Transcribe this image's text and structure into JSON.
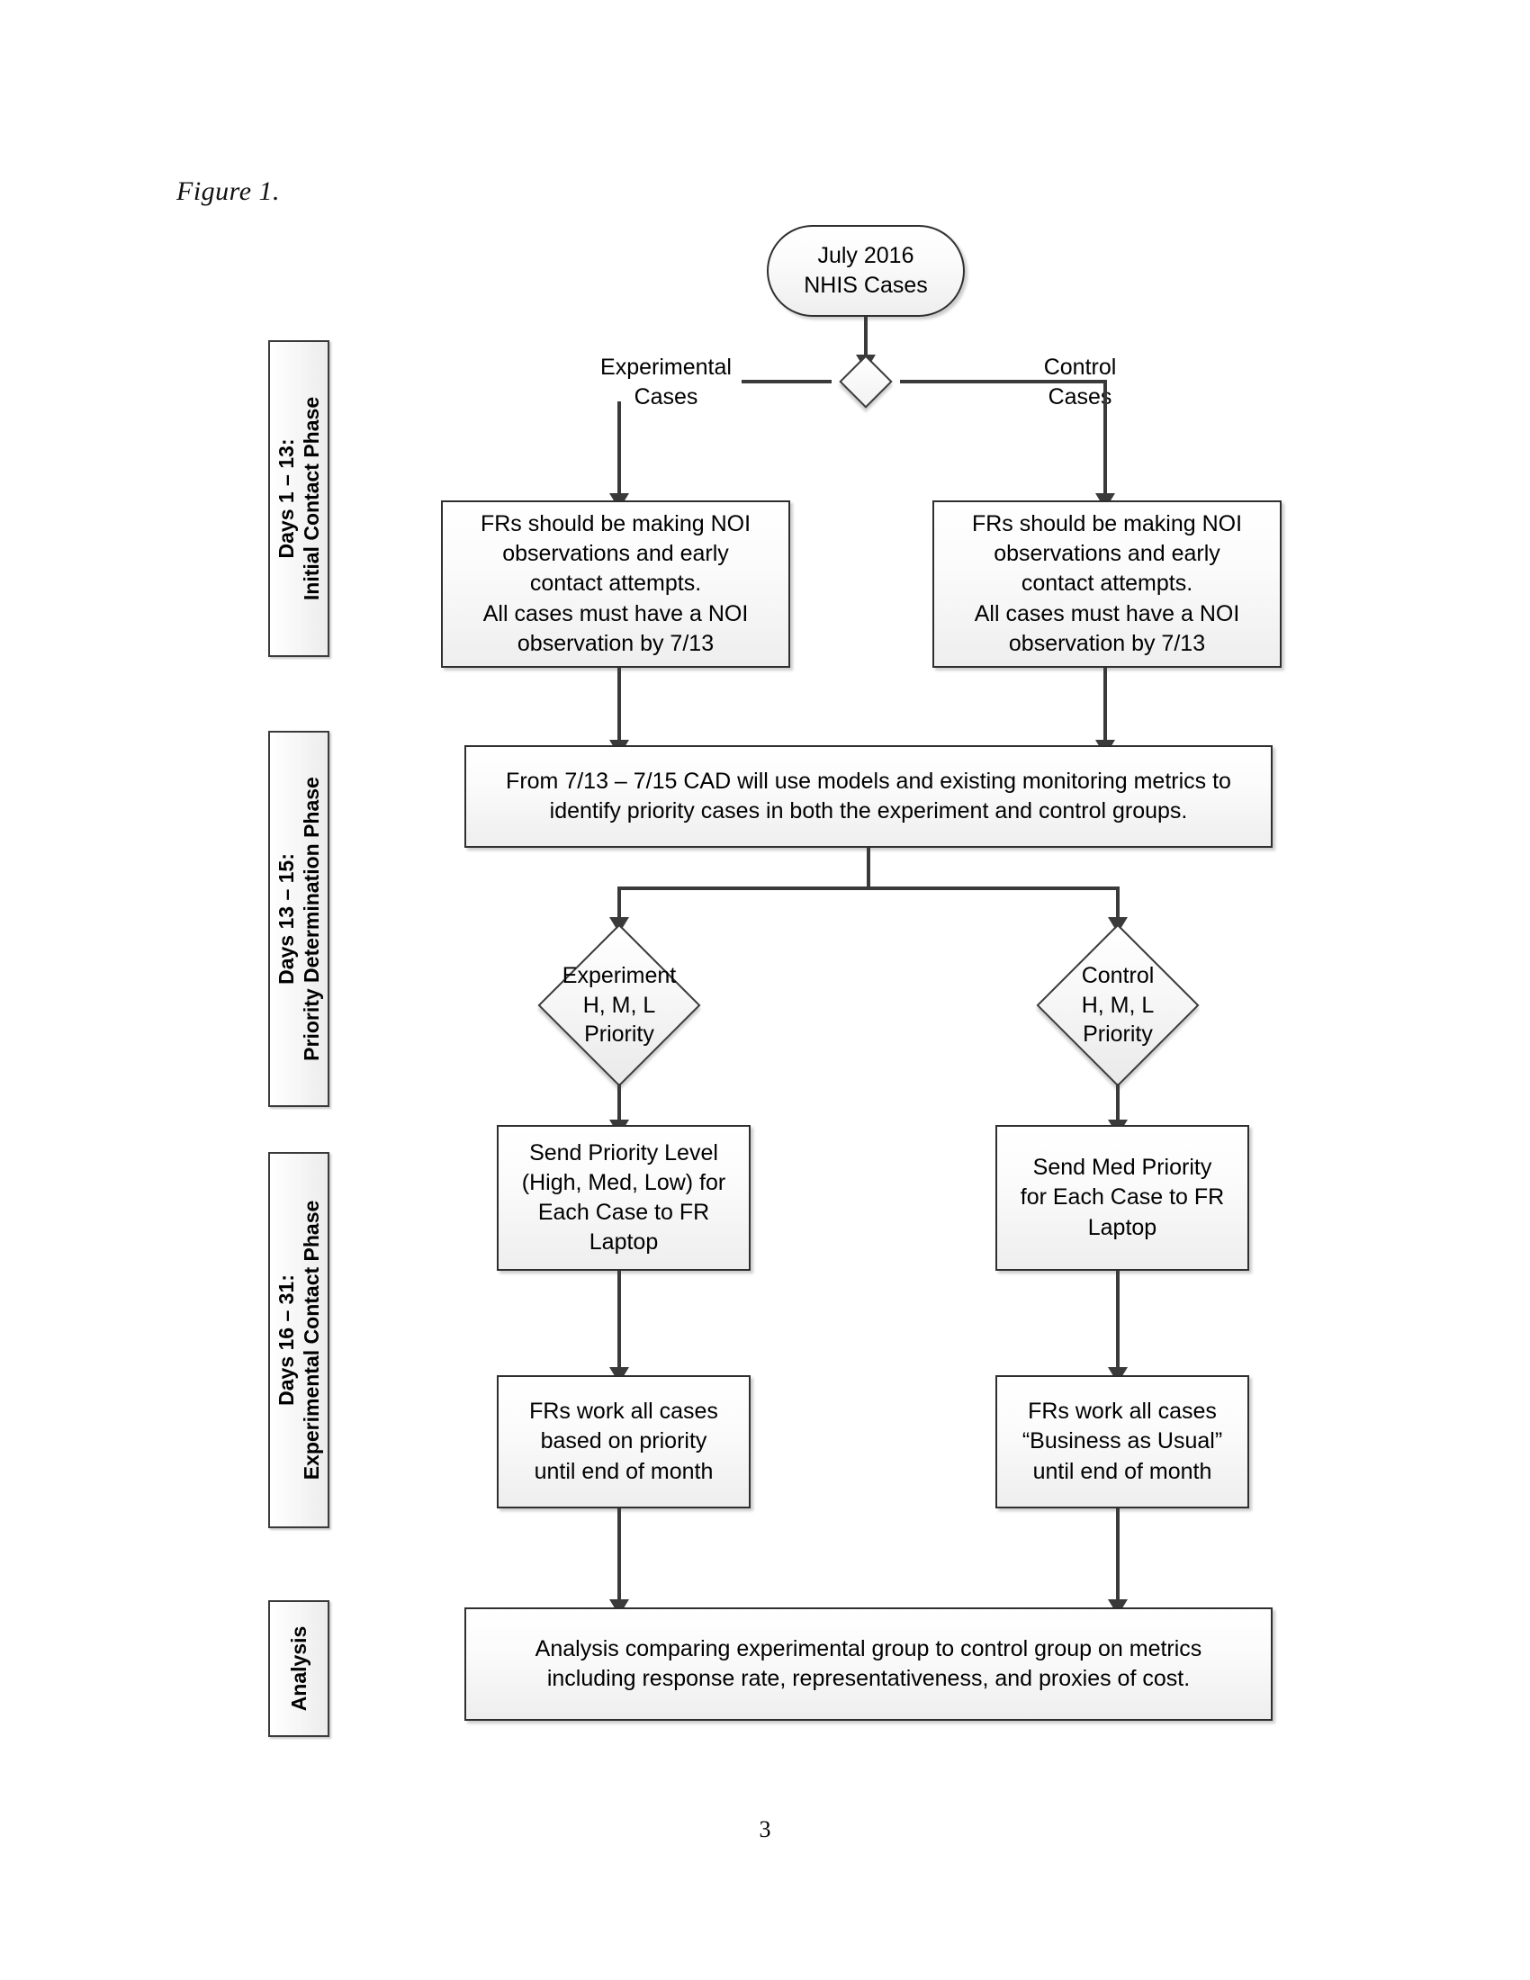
{
  "figure": {
    "caption": "Figure 1."
  },
  "page": {
    "number": "3"
  },
  "phases": [
    {
      "id": "initial-contact",
      "line1": "Days 1 – 13:",
      "line2": "Initial Contact Phase"
    },
    {
      "id": "priority-determination",
      "line1": "Days 13 – 15:",
      "line2": "Priority Determination Phase"
    },
    {
      "id": "experimental-contact",
      "line1": "Days 16 – 31:",
      "line2": "Experimental Contact Phase"
    },
    {
      "id": "analysis",
      "line1": "Analysis",
      "line2": ""
    }
  ],
  "nodes": {
    "start": {
      "shape": "oval",
      "text": "July 2016\nNHIS Cases"
    },
    "split_decision": {
      "shape": "diamond",
      "text": ""
    },
    "experimental_branch_label": "Experimental\nCases",
    "control_branch_label": "Control\nCases",
    "exp_initial_contact": {
      "shape": "rect",
      "text": "FRs should be making NOI\nobservations and early\ncontact attempts.\nAll cases must have a NOI\nobservation by 7/13"
    },
    "ctl_initial_contact": {
      "shape": "rect",
      "text": "FRs should be making NOI\nobservations and early\ncontact attempts.\nAll cases must have a NOI\nobservation by 7/13"
    },
    "cad_models": {
      "shape": "rect",
      "text": "From 7/13 – 7/15 CAD will use models and existing monitoring metrics to identify priority cases in both the experiment and control groups."
    },
    "exp_priority_decision": {
      "shape": "diamond",
      "text": "Experiment\nH, M, L\nPriority"
    },
    "ctl_priority_decision": {
      "shape": "diamond",
      "text": "Control\nH, M, L\nPriority"
    },
    "exp_send_priority": {
      "shape": "rect",
      "text": "Send Priority Level\n(High, Med, Low) for\nEach Case to FR\nLaptop"
    },
    "ctl_send_priority": {
      "shape": "rect",
      "text": "Send Med Priority\nfor Each Case to FR\nLaptop"
    },
    "exp_work_cases": {
      "shape": "rect",
      "text": "FRs work all cases\nbased on priority\nuntil end of month"
    },
    "ctl_work_cases": {
      "shape": "rect",
      "text": "FRs work all cases\n“Business as Usual”\nuntil end of month"
    },
    "analysis": {
      "shape": "rect",
      "text": "Analysis comparing experimental group to control group on metrics including response rate, representativeness, and proxies of cost."
    }
  },
  "colors": {
    "stroke": "#3a3a3a",
    "node_fill_top": "#ffffff",
    "node_fill_bottom": "#eeeeee",
    "text": "#000000"
  }
}
